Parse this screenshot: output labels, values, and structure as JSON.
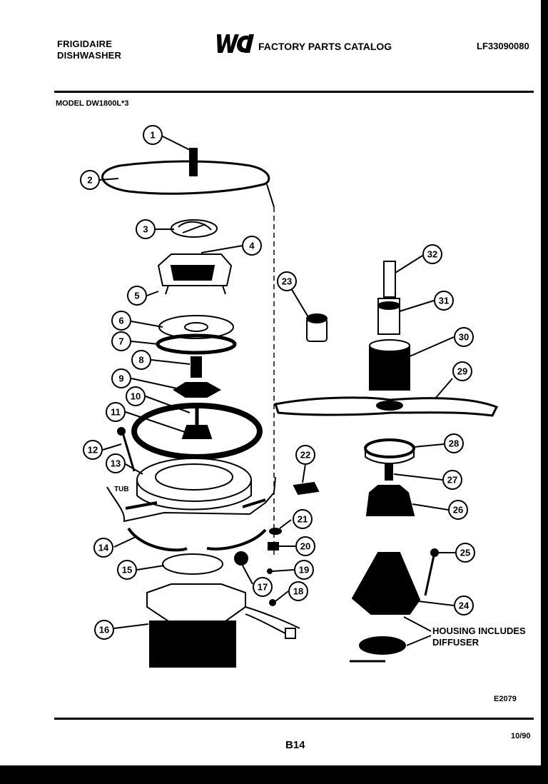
{
  "header": {
    "brand_line1": "FRIGIDAIRE",
    "brand_line2": "DISHWASHER",
    "logo": "WCI",
    "catalog_title": "FACTORY PARTS CATALOG",
    "catalog_number": "LF33090080"
  },
  "model": "MODEL DW1800L*3",
  "callouts": [
    "1",
    "2",
    "3",
    "4",
    "5",
    "6",
    "7",
    "8",
    "9",
    "10",
    "11",
    "12",
    "13",
    "14",
    "15",
    "16",
    "17",
    "18",
    "19",
    "20",
    "21",
    "22",
    "23",
    "24",
    "25",
    "26",
    "27",
    "28",
    "29",
    "30",
    "31",
    "32"
  ],
  "labels": {
    "tub": "TUB",
    "housing_line1": "HOUSING INCLUDES",
    "housing_line2": "DIFFUSER"
  },
  "footer": {
    "diagram_code": "E2079",
    "page": "B14",
    "date": "10/90"
  }
}
